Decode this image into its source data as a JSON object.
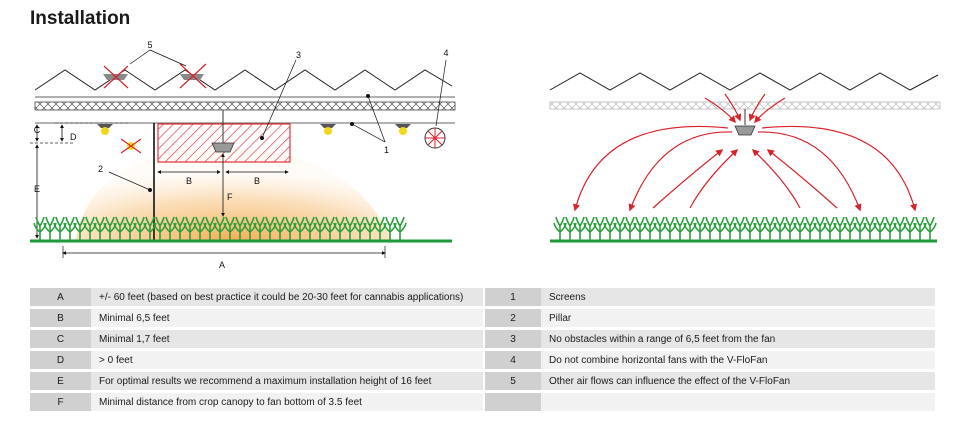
{
  "title": "Installation",
  "left_diagram": {
    "labels": {
      "c": "C",
      "d": "D",
      "e": "E",
      "a": "A",
      "b1": "B",
      "b2": "B",
      "f": "F",
      "n1": "1",
      "n2": "2",
      "n3": "3",
      "n4": "4",
      "n5": "5"
    }
  },
  "dimensions_table": [
    {
      "key": "A",
      "text": "+/- 60 feet (based on best practice it could be 20-30 feet for cannabis applications)"
    },
    {
      "key": "B",
      "text": "Minimal 6,5 feet"
    },
    {
      "key": "C",
      "text": "Minimal 1,7 feet"
    },
    {
      "key": "D",
      "text": "> 0 feet"
    },
    {
      "key": "E",
      "text": "For optimal results we recommend a maximum installation height of 16 feet"
    },
    {
      "key": "F",
      "text": "Minimal distance from crop canopy to fan bottom of 3.5 feet"
    }
  ],
  "notes_table": [
    {
      "key": "1",
      "text": "Screens"
    },
    {
      "key": "2",
      "text": "Pillar"
    },
    {
      "key": "3",
      "text": "No obstacles within a range of 6,5 feet from the fan"
    },
    {
      "key": "4",
      "text": "Do not combine horizontal fans with the V-FloFan"
    },
    {
      "key": "5",
      "text": "Other air flows can influence the effect of the V-FloFan"
    },
    {
      "key": "",
      "text": ""
    }
  ],
  "colors": {
    "ground": "#1f9a3a",
    "plant": "#2aa03c",
    "arrow": "#d8232a",
    "glow": "#f5a94a",
    "lamp": "#f2d61a"
  }
}
